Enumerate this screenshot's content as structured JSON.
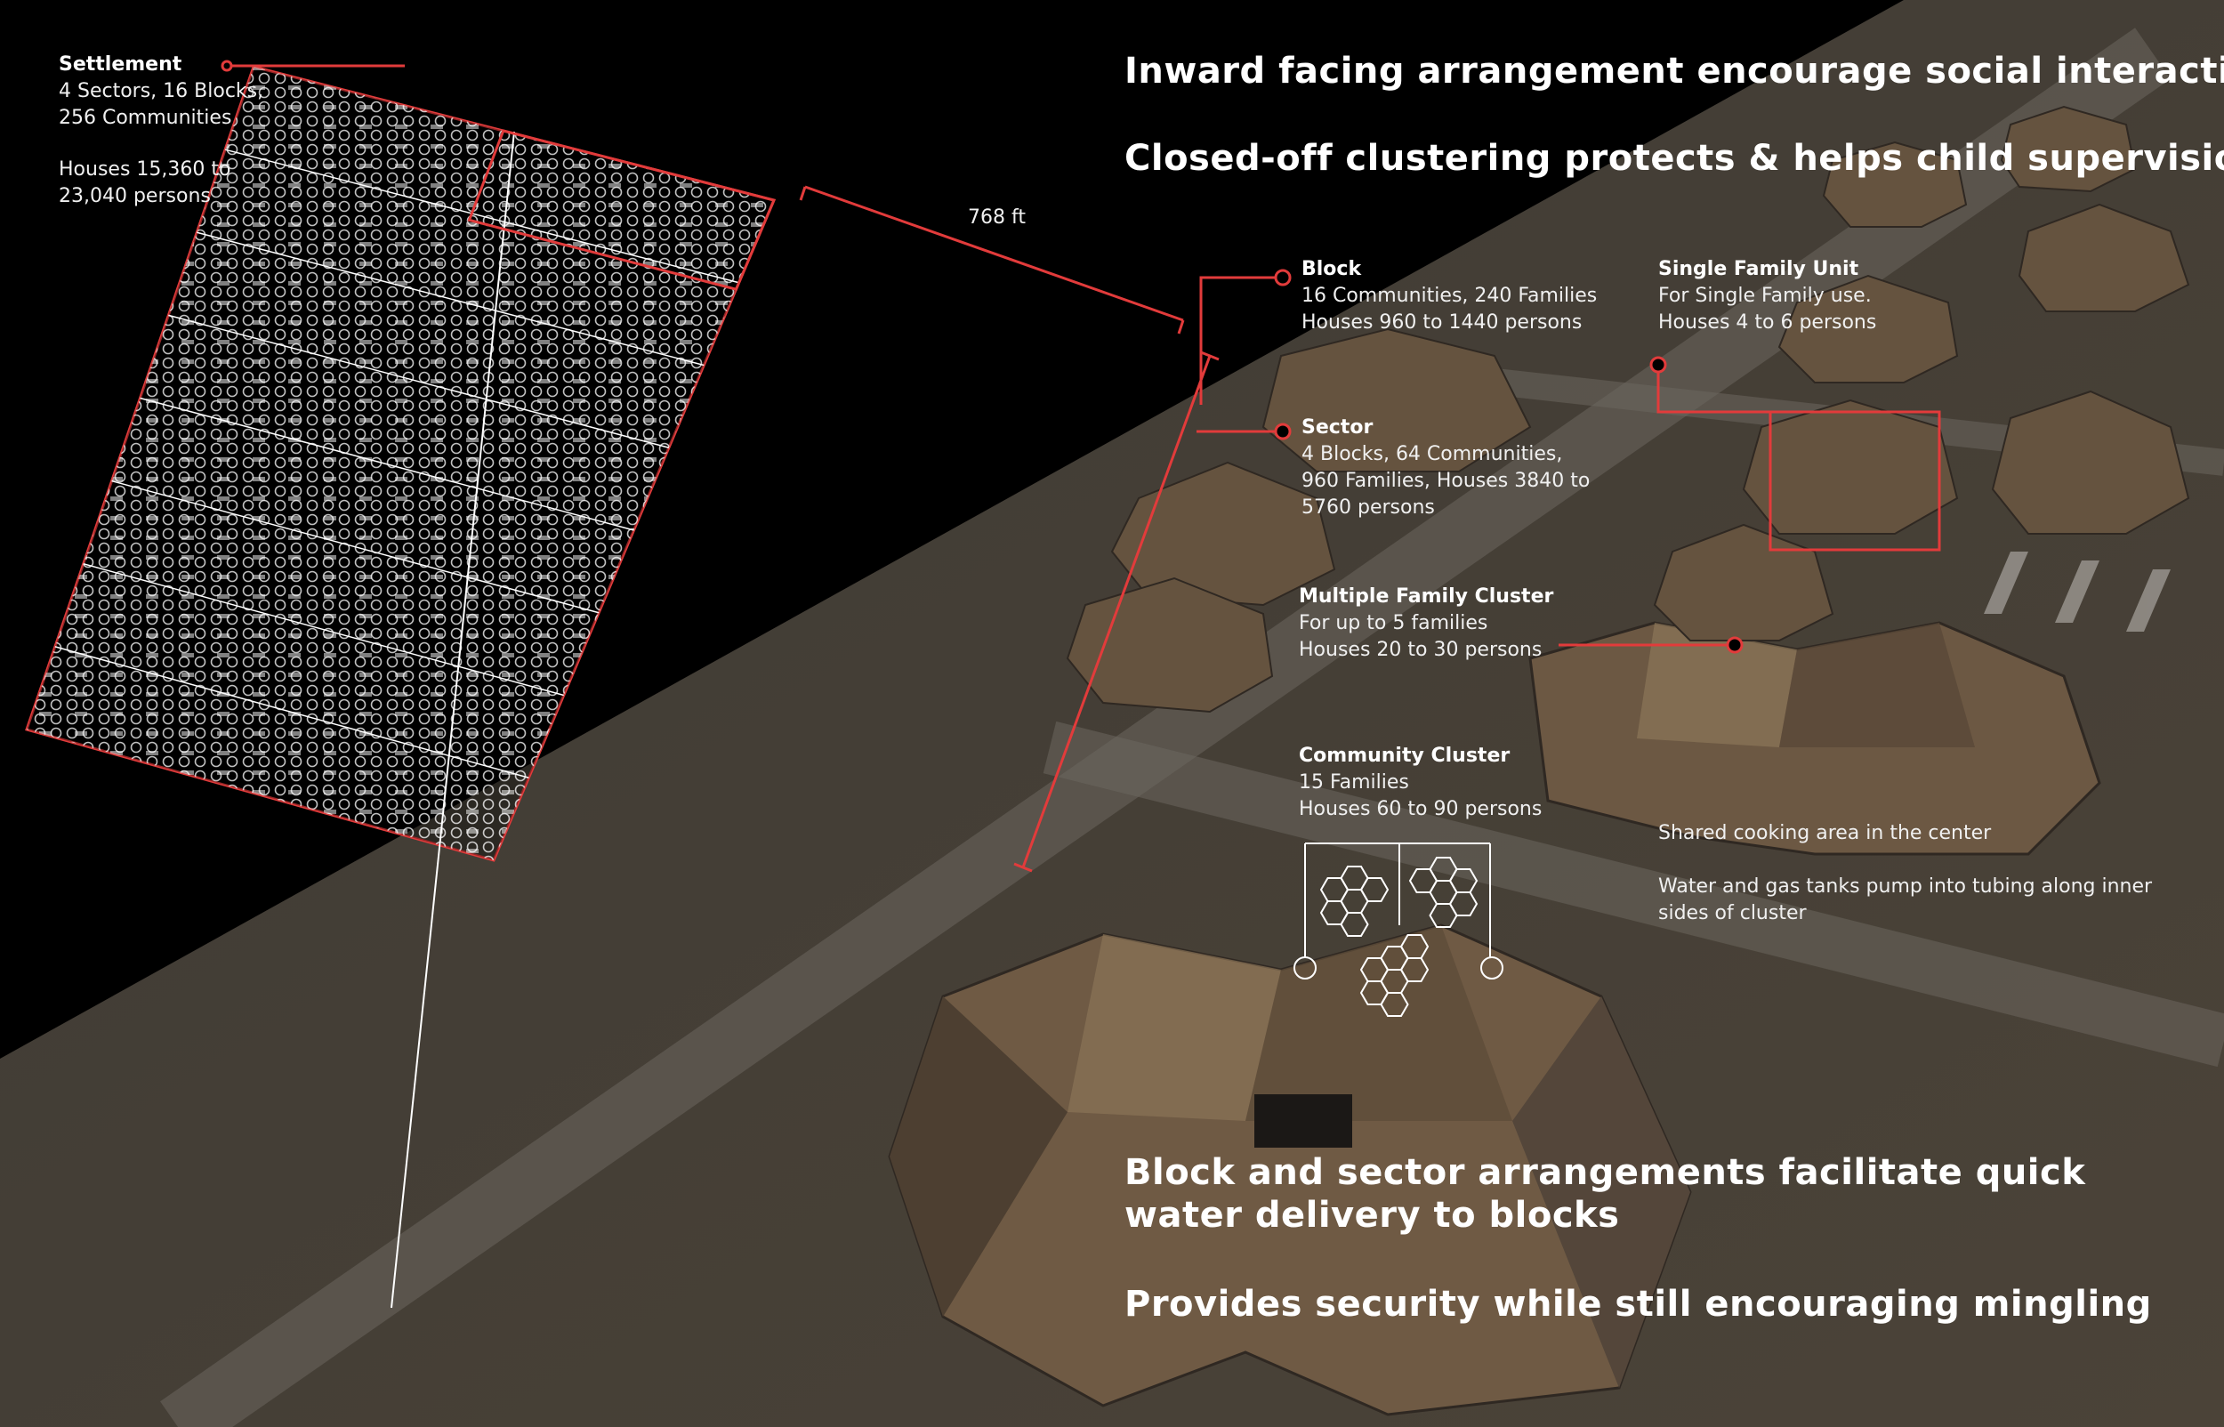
{
  "headlines": {
    "h1": "Inward facing arrangement encourage social interaction",
    "h2": "Closed-off clustering protects & helps child supervision",
    "h3_line1": "Block and sector arrangements facilitate quick",
    "h3_line2": "water delivery to blocks",
    "h4": "Provides security while still encouraging mingling"
  },
  "settlement": {
    "title": "Settlement",
    "line1": "4 Sectors, 16 Blocks,",
    "line2": "256 Communities",
    "line3": "Houses 15,360 to",
    "line4": "23,040 persons"
  },
  "dimension": {
    "label": "768 ft"
  },
  "block": {
    "title": "Block",
    "line1": "16 Communities, 240 Families",
    "line2": "Houses 960 to 1440 persons"
  },
  "sector": {
    "title": "Sector",
    "line1": "4 Blocks, 64 Communities,",
    "line2": "960 Families, Houses 3840 to",
    "line3": "5760 persons"
  },
  "single_family": {
    "title": "Single Family Unit",
    "line1": "For Single Family use.",
    "line2": "Houses 4 to 6 persons"
  },
  "multi_family": {
    "title": "Multiple Family Cluster",
    "line1": "For up to 5 families",
    "line2": "Houses 20 to 30 persons"
  },
  "community": {
    "title": "Community Cluster",
    "line1": "15 Families",
    "line2": "Houses 60 to 90 persons"
  },
  "notes": {
    "cooking": "Shared cooking area in the center",
    "water_line1": "Water and gas tanks pump into tubing along inner",
    "water_line2": "sides of cluster"
  },
  "colors": {
    "accent_red": "#e23b3b",
    "background": "#000000",
    "ground": "#4a4339",
    "text": "#ffffff"
  }
}
